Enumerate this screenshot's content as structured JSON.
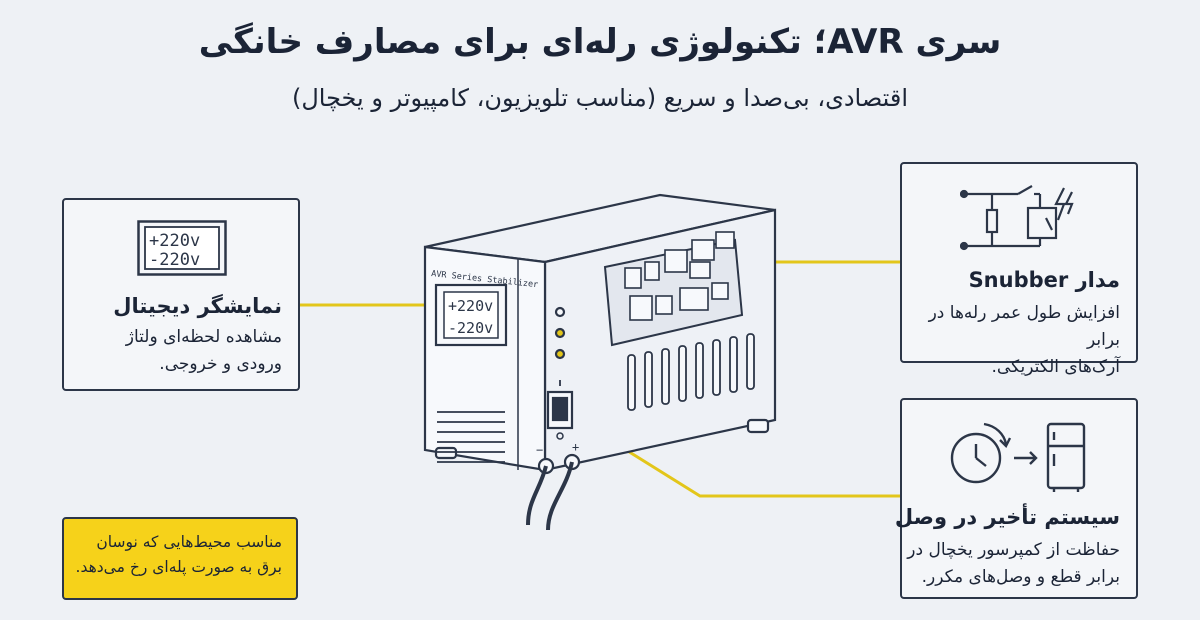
{
  "title": "سری AVR؛ تکنولوژی رله‌ای برای مصارف خانگی",
  "subtitle": "اقتصادی، بی‌صدا و سریع (مناسب تلویزیون، کامپیوتر و یخچال)",
  "device": {
    "brand_label": "AVR Series Stabilizer",
    "display_top": "+220v",
    "display_bottom": "-220v"
  },
  "callouts": {
    "display": {
      "title": "نمایشگر دیجیتال",
      "lines": [
        "مشاهده لحظه‌ای ولتاژ",
        "ورودی و خروجی."
      ],
      "icon": "dual-voltage-display-icon",
      "icon_top": "+220v",
      "icon_bottom": "-220v"
    },
    "snubber": {
      "title": "مدار Snubber",
      "lines": [
        "افزایش طول عمر رله‌ها در برابر",
        "آرک‌های الکتریکی."
      ],
      "icon": "relay-circuit-icon"
    },
    "delay": {
      "title": "سیستم تأخیر در وصل",
      "lines": [
        "حفاظت از کمپرسور یخچال در",
        "برابر قطع و وصل‌های مکرر."
      ],
      "icon": "clock-to-refrigerator-icon"
    }
  },
  "note": {
    "lines": [
      "مناسب محیط‌هایی که نوسان",
      "برق به صورت پله‌ای رخ می‌دهد."
    ]
  },
  "colors": {
    "background": "#eef1f5",
    "ink": "#2c3648",
    "accent_yellow": "#f6d21a",
    "connector": "#e3c61a",
    "led": "#e3c61a"
  }
}
